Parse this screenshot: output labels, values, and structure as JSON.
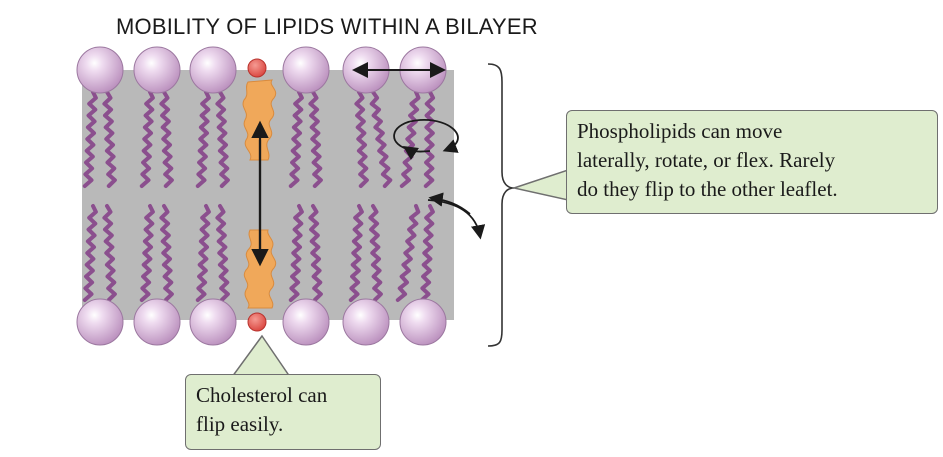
{
  "title": "MOBILITY OF LIPIDS WITHIN A BILAYER",
  "callouts": {
    "phospholipids": {
      "lines": [
        "Phospholipids can move",
        "laterally, rotate, or flex. Rarely",
        "do they flip to the other leaflet."
      ]
    },
    "cholesterol": {
      "lines": [
        "Cholesterol can",
        "flip easily."
      ]
    }
  },
  "colors": {
    "membrane": "#b9b9b9",
    "head": "#c9a3cb",
    "tail": "#8b4f8e",
    "cholesterol": "#f0a85a",
    "cholesterol_head": "#e0544f",
    "callout_fill": "#dfedcf",
    "arrow": "#1a1a1a"
  }
}
